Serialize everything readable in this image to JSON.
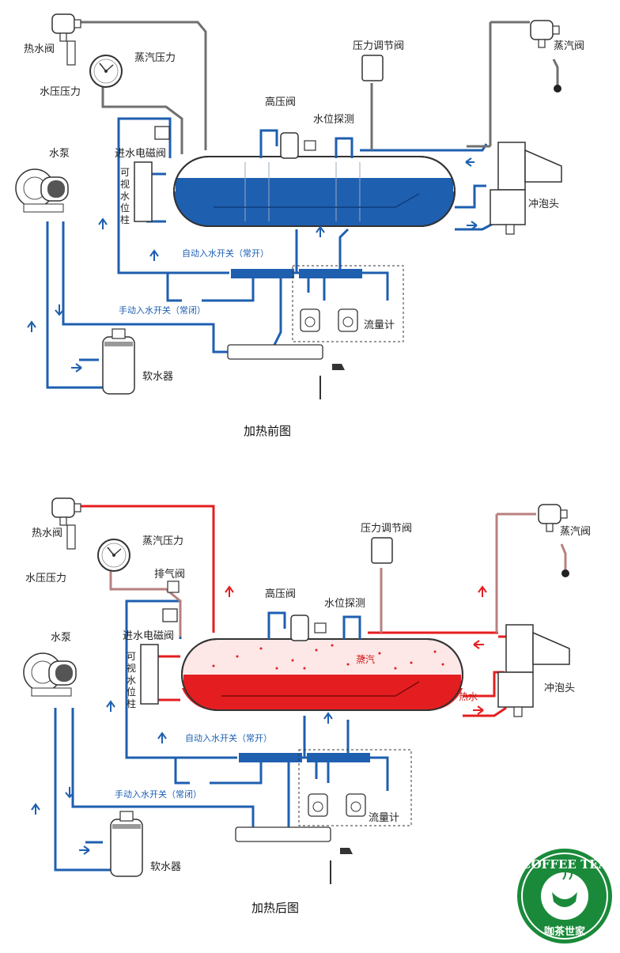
{
  "colors": {
    "water": "#1e5fb0",
    "hot": "#e41e20",
    "pipe_grey": "#707070",
    "logo": "#1a8a3a"
  },
  "before": {
    "caption": "加热前图",
    "labels": {
      "hot_water_valve": "热水阀",
      "steam_pressure": "蒸汽压力",
      "water_pressure": "水压压力",
      "pressure_regulator": "压力调节阀",
      "steam_valve": "蒸汽阀",
      "high_pressure_valve": "高压阀",
      "level_probe": "水位探测",
      "pump": "水泵",
      "inlet_solenoid": "进水电磁阀",
      "sight_glass": "可视水位柱",
      "brew_head": "冲泡头",
      "auto_switch": "自动入水开关（常开）",
      "manual_switch": "手动入水开关（常闭）",
      "flowmeter": "流量计",
      "softener": "软水器"
    }
  },
  "after": {
    "caption": "加热后图",
    "labels": {
      "hot_water_valve": "热水阀",
      "steam_pressure": "蒸汽压力",
      "water_pressure": "水压压力",
      "exhaust_valve": "排气阀",
      "pressure_regulator": "压力调节阀",
      "steam_valve": "蒸汽阀",
      "high_pressure_valve": "高压阀",
      "level_probe": "水位探测",
      "pump": "水泵",
      "inlet_solenoid": "进水电磁阀",
      "sight_glass": "可视水位柱",
      "brew_head": "冲泡头",
      "auto_switch": "自动入水开关（常开）",
      "manual_switch": "手动入水开关（常闭）",
      "flowmeter": "流量计",
      "softener": "软水器",
      "steam": "蒸汽",
      "hot_water": "热水"
    }
  },
  "logo": {
    "top_text": "COFFEE TEA",
    "bottom_text": "咖茶世家"
  }
}
